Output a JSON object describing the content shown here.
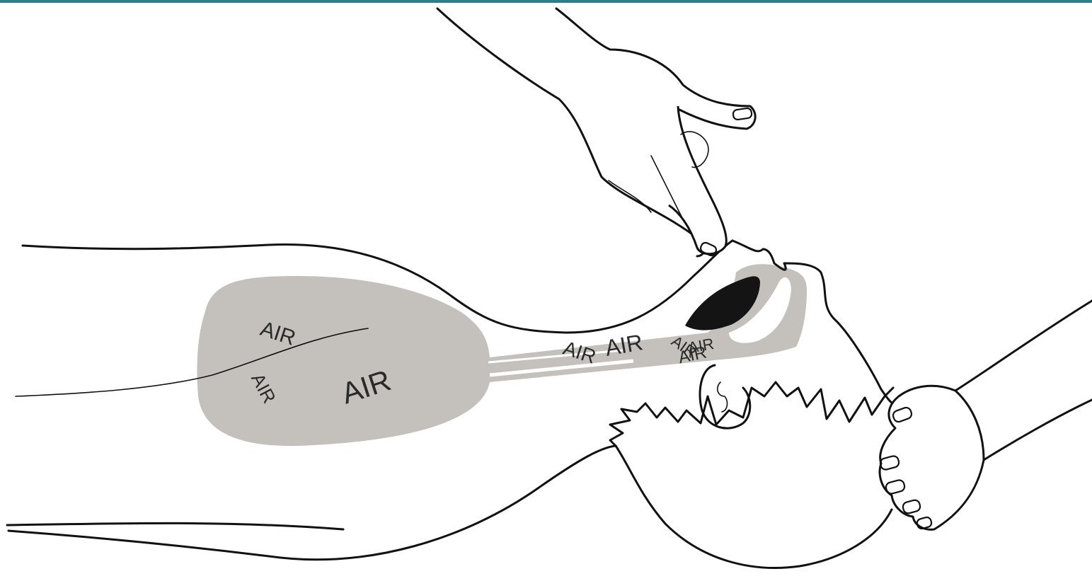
{
  "colors": {
    "top_rule": "#2e7d8c",
    "air_region": "#c4c1bc",
    "tongue_cavity": "#141414",
    "outline": "#111111",
    "background": "#ffffff"
  },
  "air_labels": {
    "lung_upper": "AIR",
    "lung_rotated": "AIR",
    "lung_large": "AIR",
    "trachea_left": "AIR",
    "trachea_right": "AIR",
    "throat_a": "AIR",
    "throat_b": "AIR",
    "throat_c": "AIR"
  }
}
